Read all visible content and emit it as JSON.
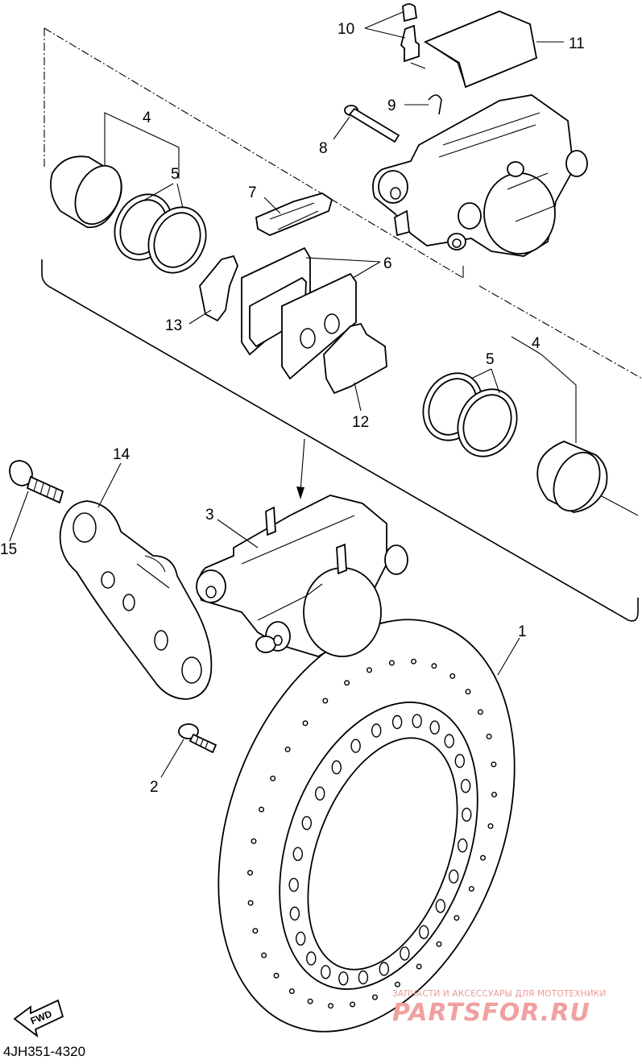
{
  "labels": {
    "p1": "1",
    "p2": "2",
    "p3": "3",
    "p4a": "4",
    "p4b": "4",
    "p5a": "5",
    "p5b": "5",
    "p6": "6",
    "p7": "7",
    "p8": "8",
    "p9": "9",
    "p10": "10",
    "p11": "11",
    "p12": "12",
    "p13": "13",
    "p14": "14",
    "p15": "15"
  },
  "fwd_label": "FWD",
  "diagram_code": "4JH351-4320",
  "watermark": {
    "subtitle": "ЗАПЧАСТИ И АКСЕССУАРЫ ДЛЯ МОТОТЕХНИКИ",
    "brand": "PARTSFOR.RU"
  }
}
